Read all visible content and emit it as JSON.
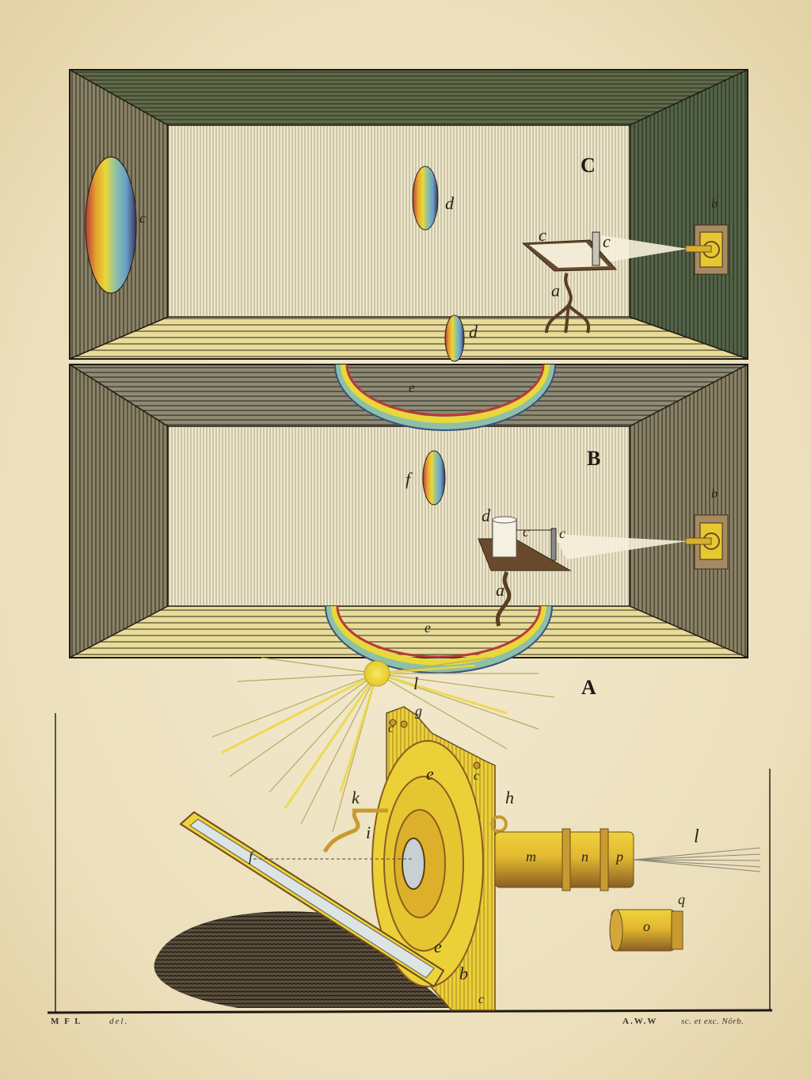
{
  "plate": {
    "description": "Hand-coloured engraving of prism experiments in darkened rooms with a solar microscope apparatus",
    "colors": {
      "paper": "#efe4c4",
      "ink": "#2a2419",
      "room_c_wall": "#4a5a3c",
      "room_b_wall": "#5e5a4a",
      "brass": "#e8c830",
      "brass_dark": "#a07028"
    }
  },
  "figures": {
    "C": {
      "caption": "C",
      "labels": {
        "spectrum_left_wall": "c",
        "spectrum_back_wall": "d",
        "spectrum_floor": "d",
        "table_top": "c",
        "prism": "c",
        "stand": "a",
        "aperture": "b"
      }
    },
    "B": {
      "caption": "B",
      "labels": {
        "rainbow_ceiling": "e",
        "spectrum_back_wall": "f",
        "glass_vessel": "d",
        "rod": "c",
        "prism": "c",
        "stand": "a",
        "rainbow_floor": "e",
        "aperture": "b"
      }
    },
    "A": {
      "caption": "A",
      "labels": {
        "sun_ray": "l",
        "top_notch": "g",
        "screw_top_left": "c",
        "plate_disc_top": "e",
        "screw_right": "c",
        "ring": "h",
        "arm_k": "k",
        "arm_i": "i",
        "mirror": "f",
        "tube_m": "m",
        "tube_n": "n",
        "tube_p": "p",
        "beam_out": "l",
        "eyepiece_q": "q",
        "eyepiece_o": "o",
        "plate_disc_bottom": "e",
        "plate_b": "b",
        "plate_c_bottom": "c"
      }
    }
  },
  "signatures": {
    "left_prefix": "M F L",
    "left_suffix": "del.",
    "right_prefix": "A.W.W",
    "right_suffix": "sc. et exc. Nörb."
  }
}
